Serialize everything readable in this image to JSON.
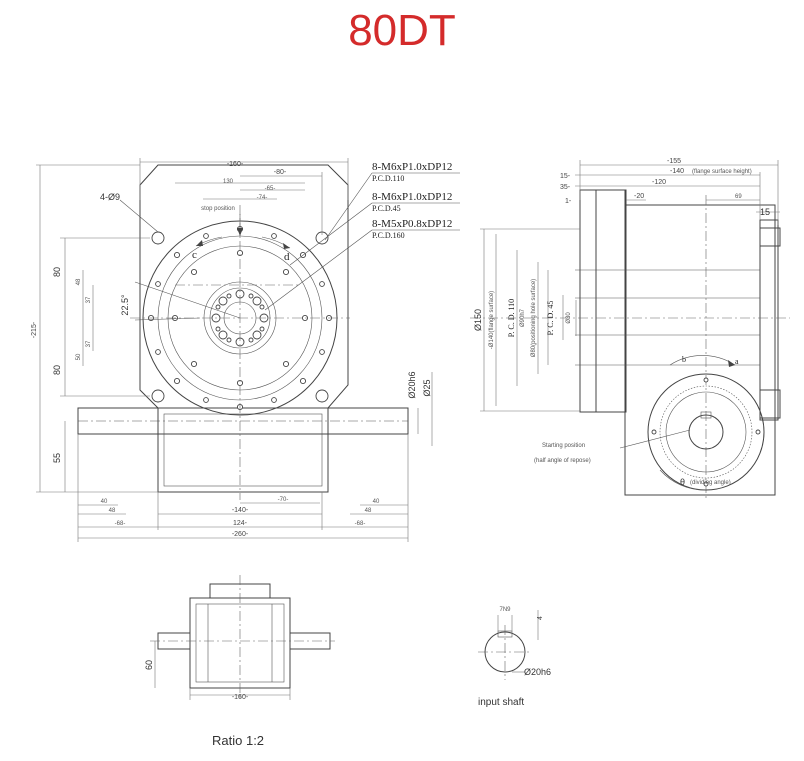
{
  "title": "80DT",
  "ratio_label": "Ratio 1:2",
  "input_shaft_label": "input shaft",
  "callouts": {
    "bolt_a": "8-M6xP1.0xDP12",
    "pcd_a": "P.C.D.110",
    "bolt_b": "8-M6xP1.0xDP12",
    "pcd_b": "P.C.D.45",
    "bolt_c": "8-M5xP0.8xDP12",
    "pcd_c": "P.C.D.160",
    "holes_4": "4-Ø9"
  },
  "front_view": {
    "dim_160": "-160-",
    "dim_80": "-80-",
    "dim_130": "130",
    "dim_65": "-65-",
    "dim_74": "-74-",
    "stop_position": "stop position",
    "dir_c": "c",
    "dir_d": "d",
    "angle": "22.5°",
    "dim_215": "-215-",
    "dim_80a": "80",
    "dim_80b": "80",
    "dim_55": "55",
    "dim_48a": "48",
    "dim_37a": "37",
    "dim_37b": "37",
    "dim_50": "50",
    "dim_20h6": "Ø20h6",
    "dim_25": "Ø25",
    "dim_40a": "40",
    "dim_48b": "48",
    "dim_68": "-68-",
    "dim_140": "-140-",
    "dim_70": "-70-",
    "dim_124": "124-",
    "dim_40b": "40",
    "dim_48c": "48",
    "dim_68b": "-68-",
    "dim_260": "-260-"
  },
  "side_view": {
    "dim_155": "-155",
    "dim_140": "-140",
    "dim_140_note": "(flange surface height)",
    "dim_120": "-120",
    "dim_15a": "15-",
    "dim_35": "35-",
    "dim_1": "1-",
    "dim_20": "-20",
    "dim_69": "69",
    "dim_15b": "15",
    "dim_150": "Ø150",
    "dim_140f": "-Ø140(flange surface)",
    "pcd_110": "P. C. D. 110",
    "dim_90": "Ø90h7",
    "dim_80": "Ø80(positioning hole surface)",
    "pcd_45": "P. C. D. 45",
    "dim_30": "Ø30",
    "dir_b": "b",
    "dir_a": "a",
    "start_pos": "Starting position",
    "half_angle": "(half angle of repose)",
    "theta": "θ",
    "theta_note": "(dividing angle)"
  },
  "bottom_view": {
    "dim_60": "60",
    "dim_160": "-160-"
  },
  "shaft_view": {
    "dim_7n9": "7N9",
    "dim_4": "4",
    "dim_20h6": "Ø20h6"
  }
}
